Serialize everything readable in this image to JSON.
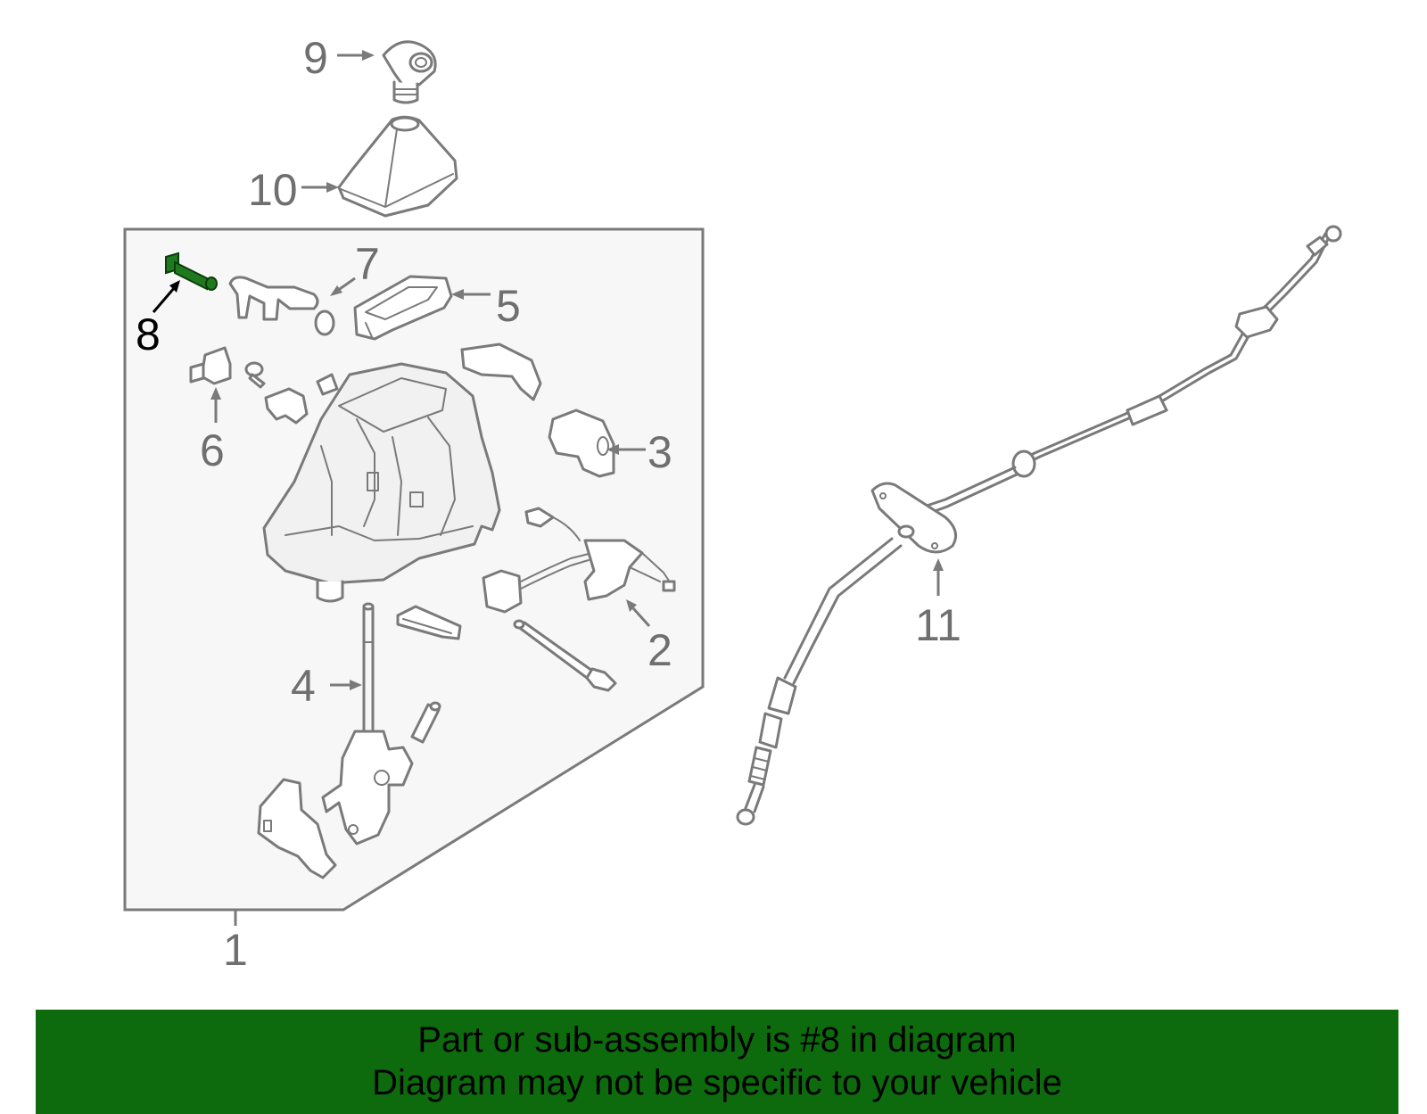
{
  "callouts": {
    "c1": "1",
    "c2": "2",
    "c3": "3",
    "c4": "4",
    "c5": "5",
    "c6": "6",
    "c7": "7",
    "c8": "8",
    "c9": "9",
    "c10": "10",
    "c11": "11"
  },
  "highlight": {
    "color": "#1f7a1f"
  },
  "banner": {
    "line1": "Part or sub-assembly is #8 in diagram",
    "line2": "Diagram may not be specific to your vehicle",
    "background": "#0d6b0d"
  }
}
